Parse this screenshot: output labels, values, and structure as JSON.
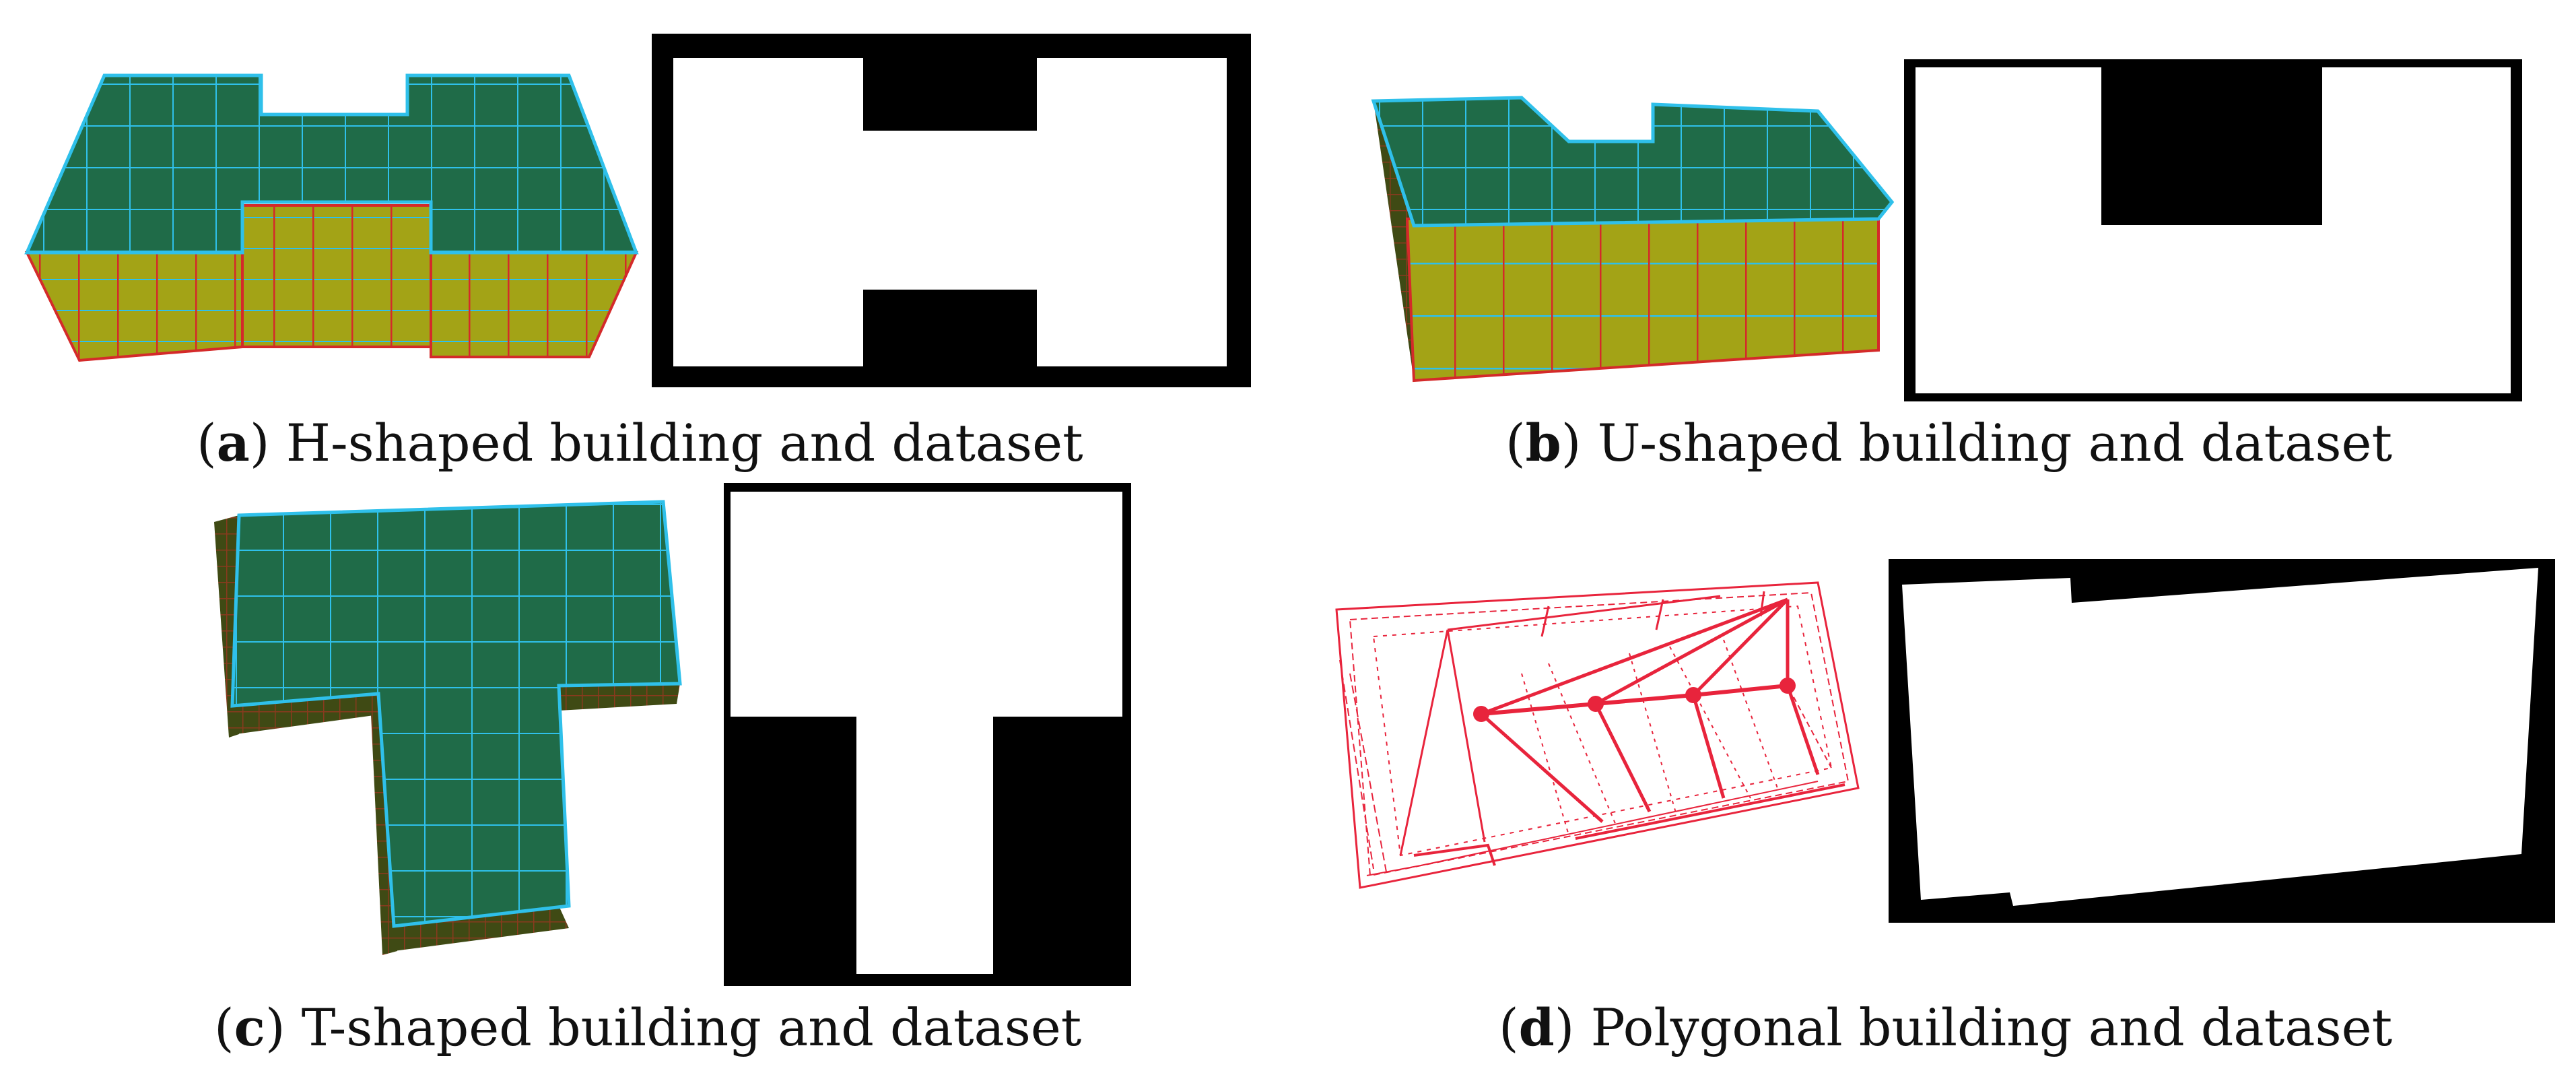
{
  "panels": [
    {
      "label": "a",
      "caption": "H-shaped building and dataset"
    },
    {
      "label": "b",
      "caption": "U-shaped building and dataset"
    },
    {
      "label": "c",
      "caption": "T-shaped building and dataset"
    },
    {
      "label": "d",
      "caption": "Polygonal building and dataset"
    }
  ],
  "colors": {
    "roof": "#1f6b48",
    "wall": "#a3a316",
    "wall_dark": "#6d6b10",
    "grid": "#2fc0ea",
    "edge": "#d42a2a",
    "wire": "#e8243c",
    "mask_black": "#000000",
    "mask_white": "#ffffff"
  }
}
